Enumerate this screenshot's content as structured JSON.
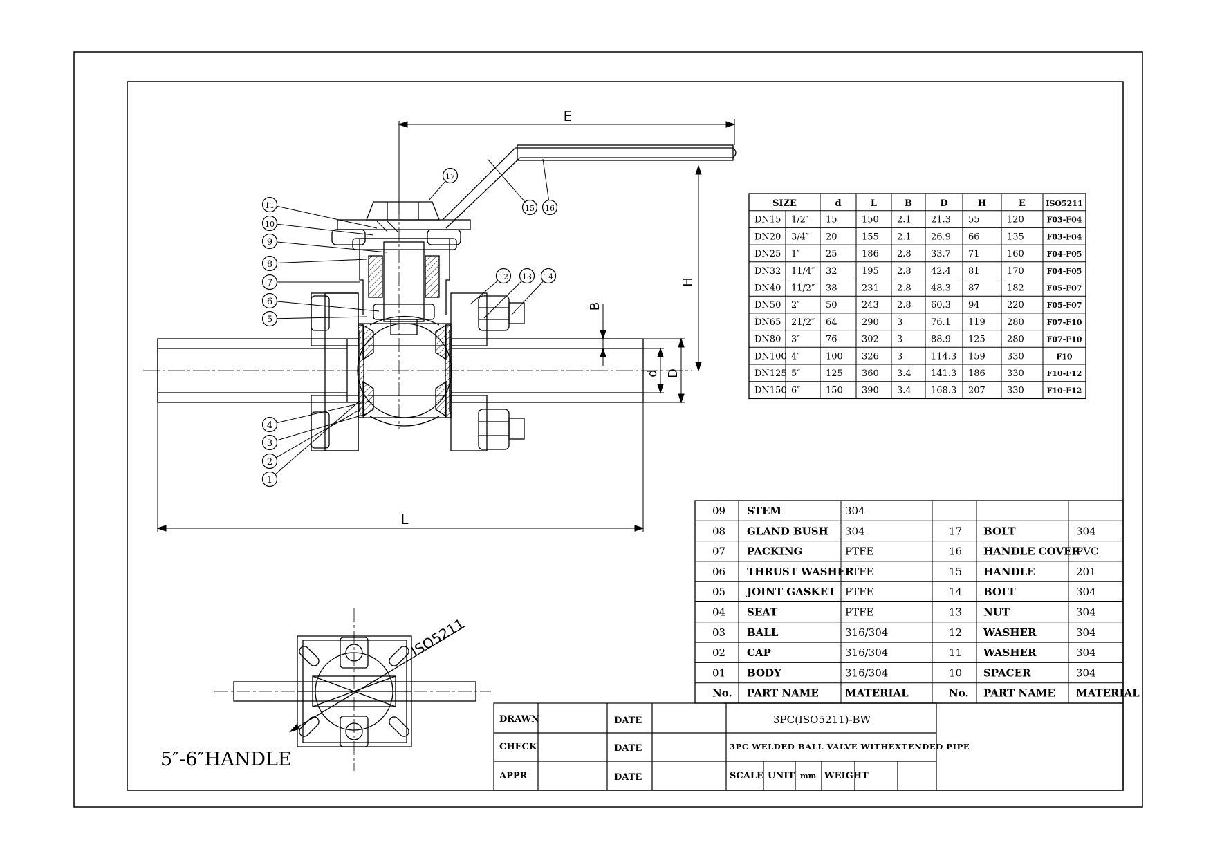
{
  "dimension_table": {
    "headers": [
      "SIZE",
      "d",
      "L",
      "B",
      "D",
      "H",
      "E",
      "ISO5211"
    ],
    "rows": [
      [
        "DN15",
        "1/2″",
        "15",
        "150",
        "2.1",
        "21.3",
        "55",
        "120",
        "F03-F04"
      ],
      [
        "DN20",
        "3/4″",
        "20",
        "155",
        "2.1",
        "26.9",
        "66",
        "135",
        "F03-F04"
      ],
      [
        "DN25",
        "1″",
        "25",
        "186",
        "2.8",
        "33.7",
        "71",
        "160",
        "F04-F05"
      ],
      [
        "DN32",
        "11/4″",
        "32",
        "195",
        "2.8",
        "42.4",
        "81",
        "170",
        "F04-F05"
      ],
      [
        "DN40",
        "11/2″",
        "38",
        "231",
        "2.8",
        "48.3",
        "87",
        "182",
        "F05-F07"
      ],
      [
        "DN50",
        "2″",
        "50",
        "243",
        "2.8",
        "60.3",
        "94",
        "220",
        "F05-F07"
      ],
      [
        "DN65",
        "21/2″",
        "64",
        "290",
        "3",
        "76.1",
        "119",
        "280",
        "F07-F10"
      ],
      [
        "DN80",
        "3″",
        "76",
        "302",
        "3",
        "88.9",
        "125",
        "280",
        "F07-F10"
      ],
      [
        "DN100",
        "4″",
        "100",
        "326",
        "3",
        "114.3",
        "159",
        "330",
        "F10"
      ],
      [
        "DN125",
        "5″",
        "125",
        "360",
        "3.4",
        "141.3",
        "186",
        "330",
        "F10-F12"
      ],
      [
        "DN150",
        "6″",
        "150",
        "390",
        "3.4",
        "168.3",
        "207",
        "330",
        "F10-F12"
      ]
    ]
  },
  "parts_list": {
    "left": [
      [
        "09",
        "STEM",
        "304"
      ],
      [
        "08",
        "GLAND BUSH",
        "304"
      ],
      [
        "07",
        "PACKING",
        "PTFE"
      ],
      [
        "06",
        "THRUST WASHER",
        "PTFE"
      ],
      [
        "05",
        "JOINT GASKET",
        "PTFE"
      ],
      [
        "04",
        "SEAT",
        "PTFE"
      ],
      [
        "03",
        "BALL",
        "316/304"
      ],
      [
        "02",
        "CAP",
        "316/304"
      ],
      [
        "01",
        "BODY",
        "316/304"
      ]
    ],
    "right": [
      [
        "",
        "",
        ""
      ],
      [
        "17",
        "BOLT",
        "304"
      ],
      [
        "16",
        "HANDLE COVER",
        "PVC"
      ],
      [
        "15",
        "HANDLE",
        "201"
      ],
      [
        "14",
        "BOLT",
        "304"
      ],
      [
        "13",
        "NUT",
        "304"
      ],
      [
        "12",
        "WASHER",
        "304"
      ],
      [
        "11",
        "WASHER",
        "304"
      ],
      [
        "10",
        "SPACER",
        "304"
      ]
    ],
    "footer": [
      "No.",
      "PART NAME",
      "MATERIAL",
      "No.",
      "PART NAME",
      "MATERIAL"
    ]
  },
  "title_block": {
    "drawn": "DRAWN",
    "check": "CHECK",
    "appr": "APPR",
    "date": "DATE",
    "model": "3PC(ISO5211)-BW",
    "description": "3PC WELDED BALL VALVE WITHEXTENDED PIPE",
    "scale": "SCALE",
    "unit": "UNIT",
    "unit_value": "mm",
    "weight": "WEIGHT"
  },
  "drawing": {
    "dim_E": "E",
    "dim_H": "H",
    "dim_L": "L",
    "dim_B": "B",
    "dim_d": "d",
    "dim_D": "D",
    "balloons": [
      "1",
      "2",
      "3",
      "4",
      "5",
      "6",
      "7",
      "8",
      "9",
      "10",
      "11",
      "12",
      "13",
      "14",
      "15",
      "16",
      "17"
    ],
    "iso_label": "ISO5211",
    "handle_note": "5″-6″HANDLE"
  }
}
